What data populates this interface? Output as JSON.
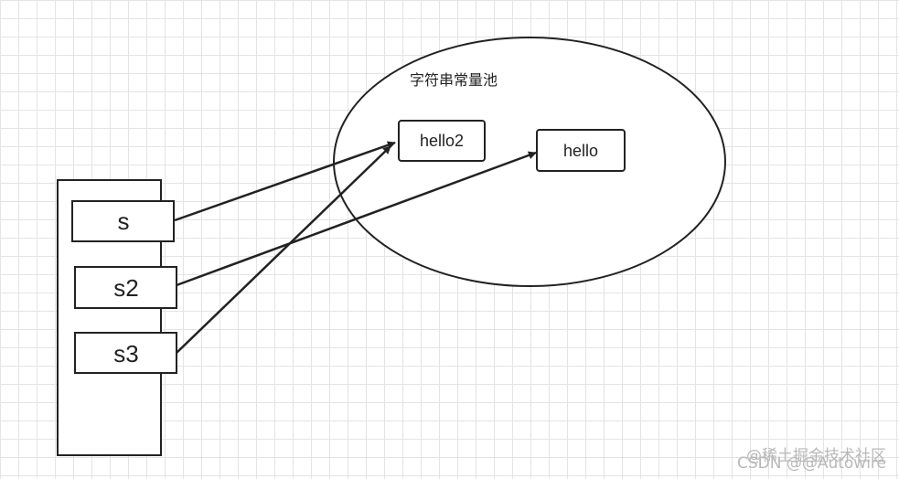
{
  "pool": {
    "label": "字符串常量池",
    "items": {
      "hello2": "hello2",
      "hello": "hello"
    }
  },
  "stack": {
    "vars": {
      "s": "s",
      "s2": "s2",
      "s3": "s3"
    }
  },
  "references": [
    {
      "from": "s",
      "to": "hello2"
    },
    {
      "from": "s2",
      "to": "hello"
    },
    {
      "from": "s3",
      "to": "hello2"
    }
  ],
  "watermark": {
    "line1": "@稀土掘金技术社区",
    "line2": "CSDN @@Autowire"
  },
  "colors": {
    "stroke": "#222222",
    "grid": "#e4e4e4",
    "watermark": "#b8b8b8"
  }
}
